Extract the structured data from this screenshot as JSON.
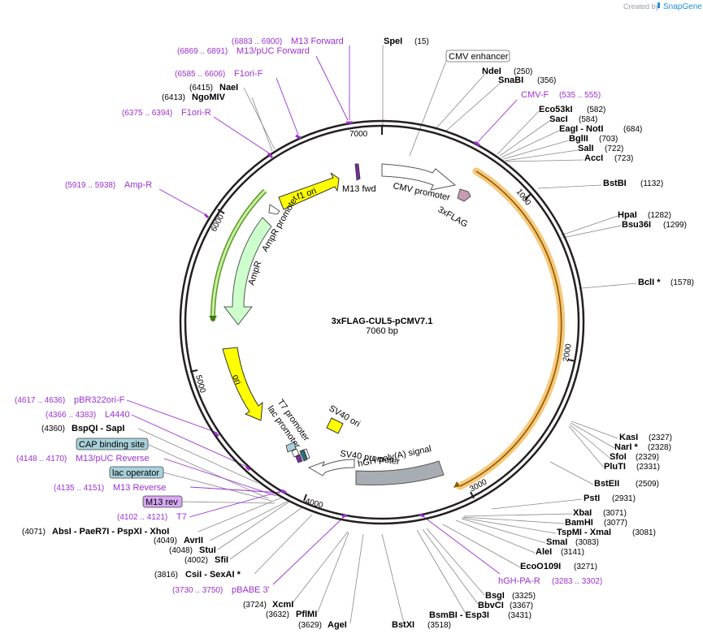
{
  "credit": {
    "created_by": "Created by",
    "brand": "SnapGene"
  },
  "plasmid": {
    "name": "3xFLAG-CUL5-pCMV7.1",
    "size": "7060 bp"
  },
  "ruler": [
    "1000",
    "2000",
    "3000",
    "4000",
    "5000",
    "6000",
    "7000"
  ],
  "sites": [
    {
      "name": "SpeI",
      "pos": "(15)"
    },
    {
      "name": "NdeI",
      "pos": "(250)"
    },
    {
      "name": "SnaBI",
      "pos": "(356)"
    },
    {
      "name": "Eco53kI",
      "pos": "(582)"
    },
    {
      "name": "SacI",
      "pos": "(584)"
    },
    {
      "name": "EagI - NotI",
      "pos": "(684)"
    },
    {
      "name": "BglII",
      "pos": "(703)"
    },
    {
      "name": "SalI",
      "pos": "(722)"
    },
    {
      "name": "AccI",
      "pos": "(723)"
    },
    {
      "name": "BstBI",
      "pos": "(1132)"
    },
    {
      "name": "HpaI",
      "pos": "(1282)"
    },
    {
      "name": "Bsu36I",
      "pos": "(1299)"
    },
    {
      "name": "BclI *",
      "pos": "(1578)"
    },
    {
      "name": "KasI",
      "pos": "(2327)"
    },
    {
      "name": "NarI *",
      "pos": "(2328)"
    },
    {
      "name": "SfoI",
      "pos": "(2329)"
    },
    {
      "name": "PluTI",
      "pos": "(2331)"
    },
    {
      "name": "BstEII",
      "pos": "(2509)"
    },
    {
      "name": "PstI",
      "pos": "(2931)"
    },
    {
      "name": "XbaI",
      "pos": "(3071)"
    },
    {
      "name": "BamHI",
      "pos": "(3077)"
    },
    {
      "name": "TspMI - XmaI",
      "pos": "(3081)"
    },
    {
      "name": "SmaI",
      "pos": "(3083)"
    },
    {
      "name": "AleI",
      "pos": "(3141)"
    },
    {
      "name": "EcoO109I",
      "pos": "(3271)"
    },
    {
      "name": "BsgI",
      "pos": "(3325)"
    },
    {
      "name": "BbvCI",
      "pos": "(3367)"
    },
    {
      "name": "BsmBI - Esp3I",
      "pos": "(3431)"
    },
    {
      "name": "BstXI",
      "pos": "(3518)"
    },
    {
      "name": "AgeI",
      "pos": "(3629)"
    },
    {
      "name": "PflMI",
      "pos": "(3632)"
    },
    {
      "name": "XcmI",
      "pos": "(3724)"
    },
    {
      "name": "CsiI - SexAI *",
      "pos": "(3816)"
    },
    {
      "name": "SfiI",
      "pos": "(4002)"
    },
    {
      "name": "StuI",
      "pos": "(4048)"
    },
    {
      "name": "AvrII",
      "pos": "(4049)"
    },
    {
      "name": "AbsI - PaeR7I - PspXI - XhoI",
      "pos": "(4071)"
    },
    {
      "name": "BspQI - SapI",
      "pos": "(4360)"
    },
    {
      "name": "NgoMIV",
      "pos": "(6413)"
    },
    {
      "name": "NaeI",
      "pos": "(6415)"
    }
  ],
  "primers": [
    {
      "name": "M13 Forward",
      "range": "(6883 .. 6900)"
    },
    {
      "name": "M13/pUC Forward",
      "range": "(6869 .. 6891)"
    },
    {
      "name": "F1ori-F",
      "range": "(6585 .. 6606)"
    },
    {
      "name": "F1ori-R",
      "range": "(6375 .. 6394)"
    },
    {
      "name": "Amp-R",
      "range": "(5919 .. 5938)"
    },
    {
      "name": "CMV-F",
      "range": "(535 .. 555)"
    },
    {
      "name": "hGH-PA-R",
      "range": "(3283 .. 3302)"
    },
    {
      "name": "pBABE 3'",
      "range": "(3730 .. 3750)"
    },
    {
      "name": "T7",
      "range": "(4102 .. 4121)"
    },
    {
      "name": "M13 Reverse",
      "range": "(4135 .. 4151)"
    },
    {
      "name": "M13/pUC Reverse",
      "range": "(4148 .. 4170)"
    },
    {
      "name": "L4440",
      "range": "(4366 .. 4383)"
    },
    {
      "name": "pBR322ori-F",
      "range": "(4617 .. 4636)"
    }
  ],
  "boxed_features": {
    "cmv_enhancer": "CMV enhancer",
    "cap_binding_site": "CAP binding site",
    "lac_operator": "lac operator",
    "m13_rev": "M13 rev"
  },
  "features": {
    "f1_ori": "f1 ori",
    "m13_fwd": "M13 fwd",
    "cmv_promoter": "CMV promoter",
    "flag": "3xFLAG",
    "ampr_promoter": "AmpR promoter",
    "ampr": "AmpR",
    "ori": "ori",
    "t7_promoter": "T7 promoter",
    "lac_promoter": "lac promoter",
    "sv40_ori": "SV40 ori",
    "sv40_promoter": "SV40 promoter",
    "hgh_polya": "hGH poly(A) signal"
  },
  "colors": {
    "backbone": "#231f20",
    "primer": "#9b30d0",
    "ori": "#ffff00",
    "ampr": "#ccffcc",
    "cds_highlight": "#f7c77a",
    "cds_arrow": "#8a5a00",
    "polya": "#a8adb3",
    "flag": "#c79ab6",
    "cap": "#a9d1db",
    "m13rev": "#d7a8f2",
    "snapgene_blue": "#1e8fd6"
  }
}
